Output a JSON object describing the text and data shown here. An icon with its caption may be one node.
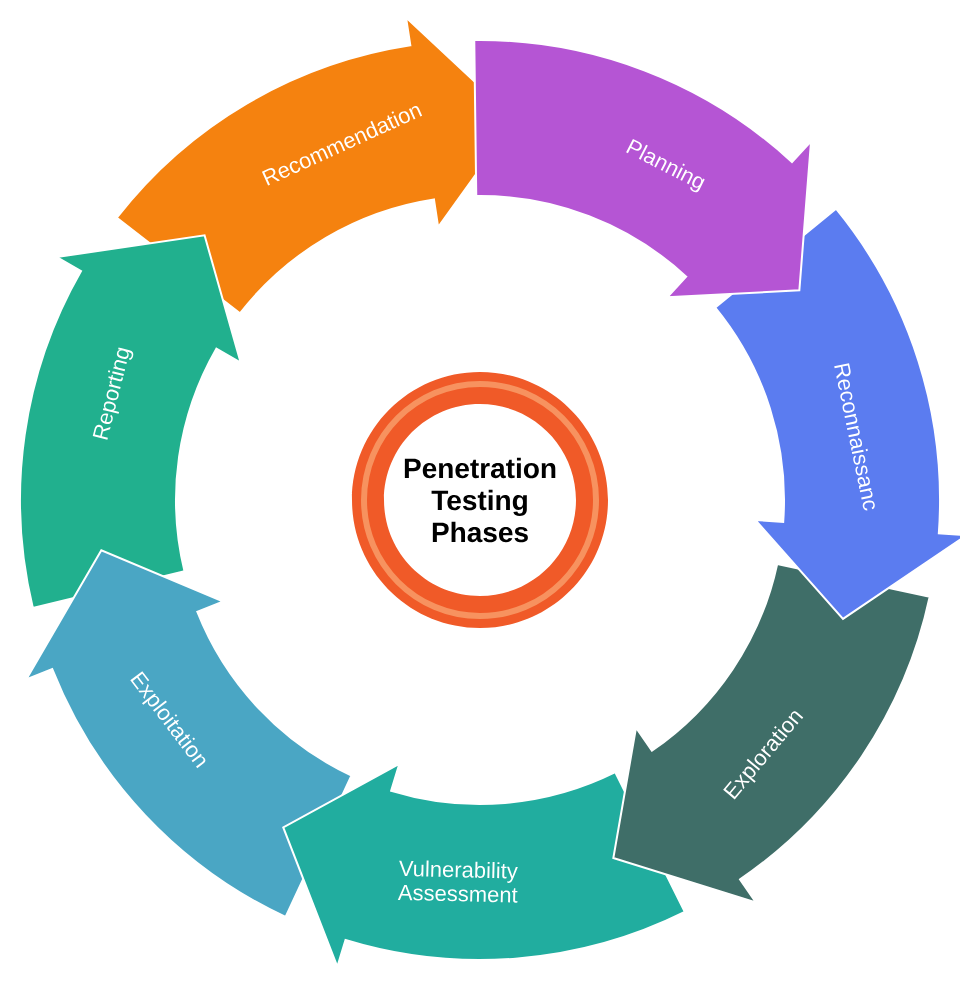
{
  "diagram": {
    "nodes": [
      {
        "text": [
          "Penetration Testing Phases"
        ]
      },
      {
        "text": [
          "Planning"
        ]
      },
      {
        "text": [
          "Reconnaissanc"
        ]
      },
      {
        "text": [
          "Exploration"
        ]
      },
      {
        "text": [
          "Vulnerability Assessment"
        ]
      },
      {
        "text": [
          "Exploitation"
        ]
      },
      {
        "text": [
          "Reporting"
        ]
      },
      {
        "text": [
          "Recommendation"
        ]
      }
    ]
  }
}
